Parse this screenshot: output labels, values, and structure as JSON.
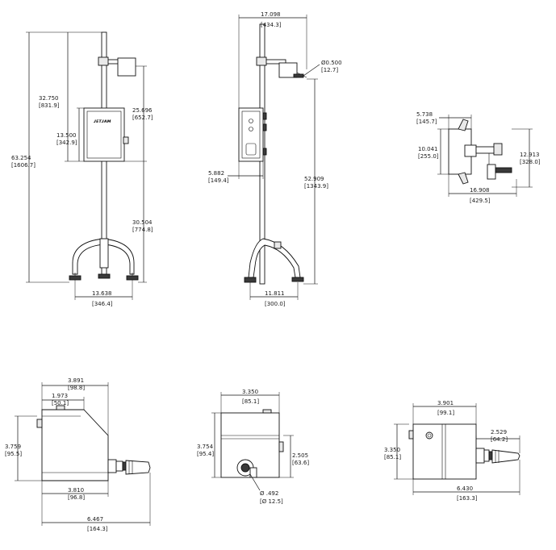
{
  "views": {
    "front": {
      "overall_height": {
        "in": "63.254",
        "mm": "[1606.7]"
      },
      "top_to_box_bottom": {
        "in": "32.750",
        "mm": "[831.9]"
      },
      "box_height": {
        "in": "13.500",
        "mm": "[342.9]"
      },
      "top_to_box_mid": {
        "in": "25.696",
        "mm": "[652.7]"
      },
      "box_to_floor": {
        "in": "30.504",
        "mm": "[774.8]"
      },
      "base_width": {
        "in": "13.638",
        "mm": "[346.4]"
      }
    },
    "side": {
      "overall_width": {
        "in": "17.098",
        "mm": "[434.3]"
      },
      "tube_dia": {
        "in": "Ø0.500",
        "mm": "[12.7]"
      },
      "box_depth": {
        "in": "5.882",
        "mm": "[149.4]"
      },
      "height": {
        "in": "52.909",
        "mm": "[1343.9]"
      },
      "base_width": {
        "in": "11.811",
        "mm": "[300.0]"
      }
    },
    "top": {
      "depth": {
        "in": "5.738",
        "mm": "[145.7]"
      },
      "height_a": {
        "in": "10.041",
        "mm": "[255.0]"
      },
      "height_b": {
        "in": "12.913",
        "mm": "[328.0]"
      },
      "width": {
        "in": "16.908",
        "mm": "[429.5]"
      }
    },
    "box_side": {
      "top_width": {
        "in": "3.891",
        "mm": "[98.8]"
      },
      "offset": {
        "in": "1.973",
        "mm": "[50.1]"
      },
      "height": {
        "in": "3.759",
        "mm": "[95.5]"
      },
      "body_width": {
        "in": "3.810",
        "mm": "[96.8]"
      },
      "overall_width": {
        "in": "6.467",
        "mm": "[164.3]"
      }
    },
    "box_front": {
      "width": {
        "in": "3.350",
        "mm": "[85.1]"
      },
      "height": {
        "in": "3.754",
        "mm": "[95.4]"
      },
      "port_height": {
        "in": "2.505",
        "mm": "[63.6]"
      },
      "port_dia": {
        "in": "Ø .492",
        "mm": "[Ø 12.5]"
      }
    },
    "box_top": {
      "width": {
        "in": "3.901",
        "mm": "[99.1]"
      },
      "height": {
        "in": "3.350",
        "mm": "[85.1]"
      },
      "nozzle": {
        "in": "2.529",
        "mm": "[64.2]"
      },
      "overall_width": {
        "in": "6.430",
        "mm": "[163.3]"
      }
    }
  }
}
